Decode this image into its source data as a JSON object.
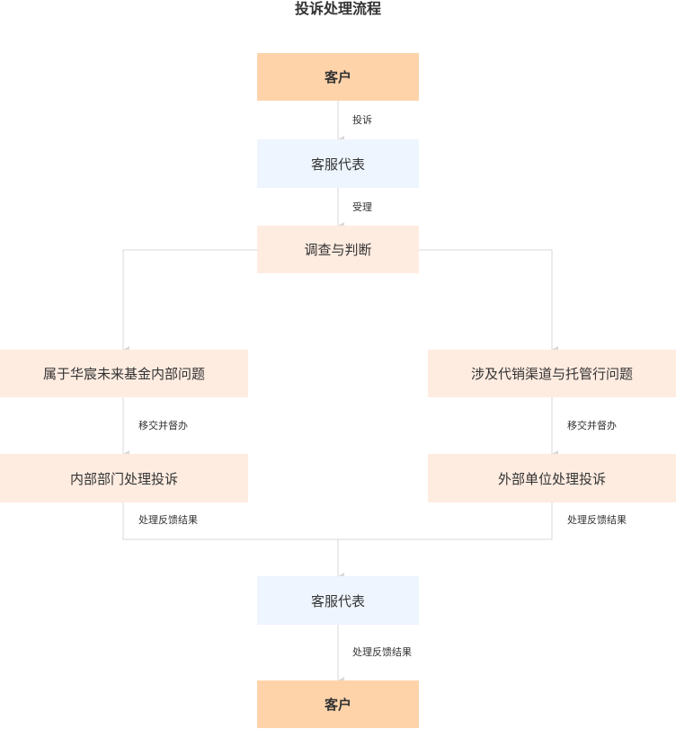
{
  "title": "投诉处理流程",
  "colors": {
    "customer_fill": "#FFD3AA",
    "service_fill": "#EEF5FF",
    "process_fill": "#FFECE1",
    "edge": "#D9D9D9"
  },
  "nodes": {
    "customer_top": "客户",
    "service_top": "客服代表",
    "investigate": "调查与判断",
    "internal_issue": "属于华宸未来基金内部问题",
    "external_issue": "涉及代销渠道与托管行问题",
    "internal_handle": "内部部门处理投诉",
    "external_handle": "外部单位处理投诉",
    "service_bottom": "客服代表",
    "customer_bottom": "客户"
  },
  "edges": {
    "complain": "投诉",
    "accept": "受理",
    "transfer_left": "移交并督办",
    "transfer_right": "移交并督办",
    "feedback_left": "处理反馈结果",
    "feedback_right": "处理反馈结果",
    "feedback_bottom": "处理反馈结果"
  }
}
